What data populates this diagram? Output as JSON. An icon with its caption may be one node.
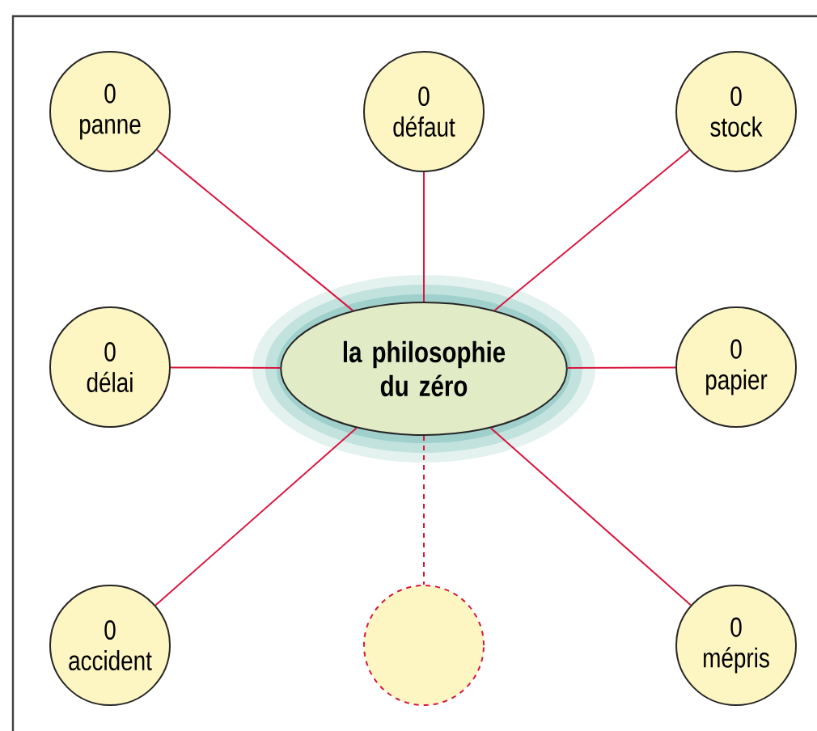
{
  "diagram": {
    "nodes": [
      {
        "text": [
          "la philosophie du zéro"
        ]
      },
      {
        "text": [
          "0 panne"
        ]
      },
      {
        "text": [
          "0 défaut"
        ]
      },
      {
        "text": [
          "0 stock"
        ]
      },
      {
        "text": [
          "0 délai"
        ]
      },
      {
        "text": [
          "0 papier"
        ]
      },
      {
        "text": [
          "0 accident"
        ]
      },
      {
        "text": [],
        "shape": "circle"
      },
      {
        "text": [
          "0 mépris"
        ]
      }
    ],
    "edges": [
      {
        "from": 0,
        "to": 1,
        "arrow": "none"
      },
      {
        "from": 0,
        "to": 2,
        "arrow": "none"
      },
      {
        "from": 0,
        "to": 3,
        "arrow": "none"
      },
      {
        "from": 0,
        "to": 4,
        "arrow": "none"
      },
      {
        "from": 0,
        "to": 5,
        "arrow": "none"
      },
      {
        "from": 0,
        "to": 6,
        "arrow": "none"
      },
      {
        "from": 0,
        "to": 7,
        "arrow": "none",
        "style": "dashed"
      },
      {
        "from": 0,
        "to": 8,
        "arrow": "none"
      }
    ]
  }
}
